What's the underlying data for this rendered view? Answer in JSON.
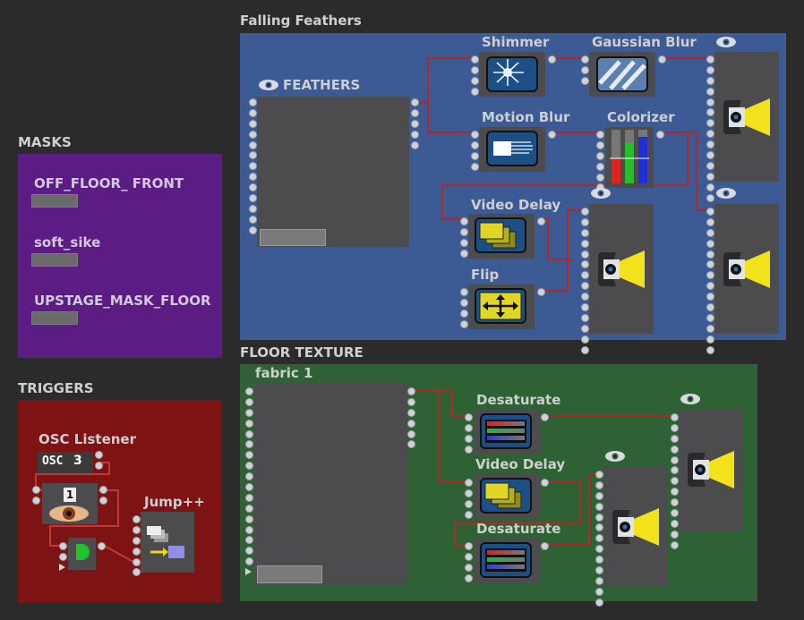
{
  "sections": {
    "falling_feathers": "Falling Feathers",
    "floor_texture": "FLOOR TEXTURE",
    "masks": "MASKS",
    "triggers": "TRIGGERS"
  },
  "falling": {
    "feathers_label": "FEATHERS",
    "shimmer": "Shimmer",
    "gaussian_blur": "Gaussian Blur",
    "motion_blur": "Motion Blur",
    "colorizer": "Colorizer",
    "video_delay": "Video Delay",
    "flip": "Flip"
  },
  "floor": {
    "fabric_label": "fabric 1",
    "desaturate_1": "Desaturate",
    "video_delay": "Video Delay",
    "desaturate_2": "Desaturate"
  },
  "masks": {
    "items": [
      "OFF_FLOOR_ FRONT",
      "soft_sike",
      "UPSTAGE_MASK_FLOOR"
    ]
  },
  "triggers": {
    "osc_listener": "OSC Listener",
    "osc_badge": "OSC",
    "osc_number": "3",
    "counter_number": "1",
    "jump": "Jump++"
  },
  "colors": {
    "blue_panel": "#3c5b94",
    "green_panel": "#2e6234",
    "purple_panel": "#5b1d83",
    "red_panel": "#7d1413",
    "wire": "#b0282a"
  },
  "icons": [
    "eye-icon",
    "projector-icon",
    "shimmer-icon",
    "gaussian-blur-icon",
    "motion-blur-icon",
    "colorizer-icon",
    "video-delay-icon",
    "flip-icon",
    "desaturate-icon",
    "osc-icon",
    "counter-eye-icon",
    "gate-icon",
    "jump-icon"
  ]
}
